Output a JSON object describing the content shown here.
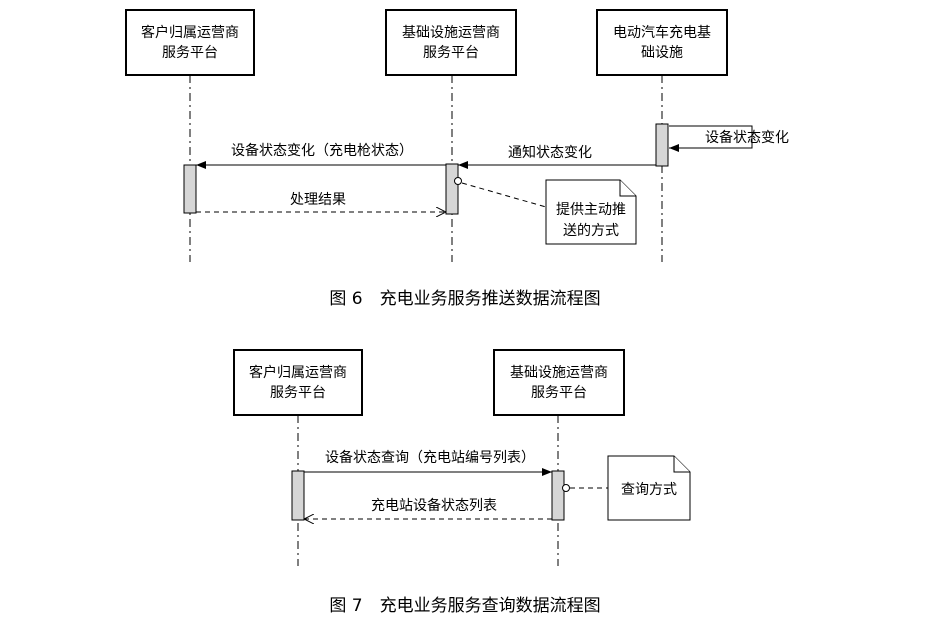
{
  "figure6": {
    "caption": "图 6　充电业务服务推送数据流程图",
    "participants": [
      {
        "line1": "客户归属运营商",
        "line2": "服务平台"
      },
      {
        "line1": "基础设施运营商",
        "line2": "服务平台"
      },
      {
        "line1": "电动汽车充电基",
        "line2": "础设施"
      }
    ],
    "self_message": "设备状态变化",
    "message_notify": "通知状态变化",
    "message_forward": "设备状态变化（充电枪状态）",
    "message_return": "处理结果",
    "note": {
      "line1": "提供主动推",
      "line2": "送的方式"
    }
  },
  "figure7": {
    "caption": "图 7　充电业务服务查询数据流程图",
    "participants": [
      {
        "line1": "客户归属运营商",
        "line2": "服务平台"
      },
      {
        "line1": "基础设施运营商",
        "line2": "服务平台"
      }
    ],
    "message_query": "设备状态查询（充电站编号列表）",
    "message_return": "充电站设备状态列表",
    "note": "查询方式"
  }
}
